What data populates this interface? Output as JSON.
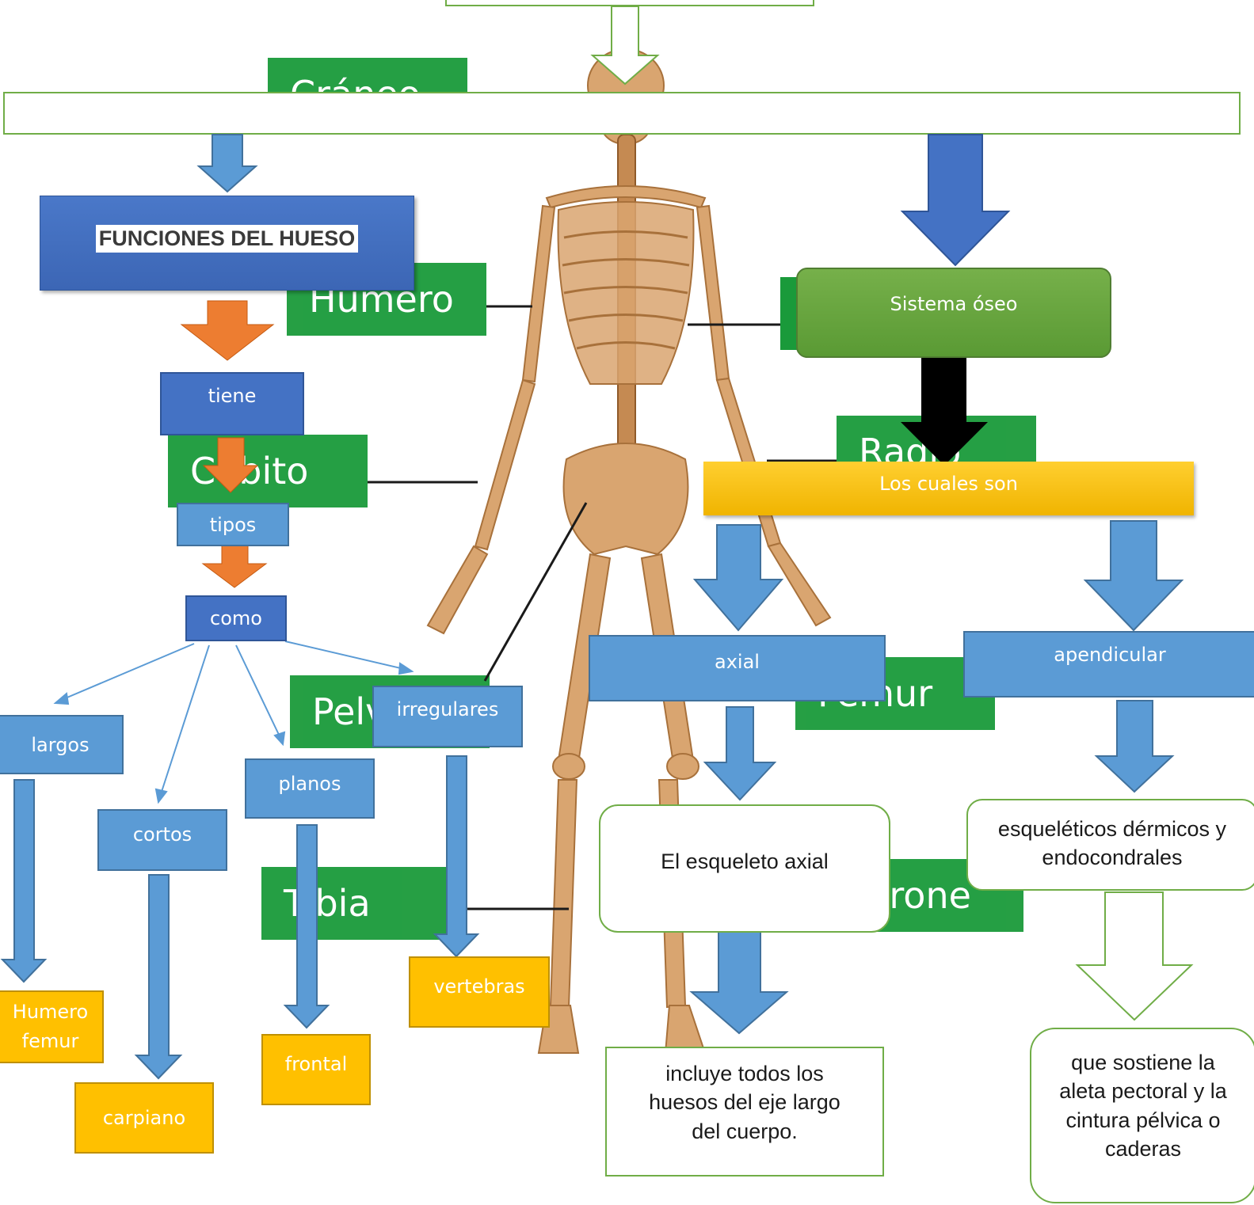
{
  "labels": {
    "craneo": "Cráneo",
    "humero": "Humero",
    "cubito": "Cúbito",
    "pelvis": "Pelvis",
    "tibia": "Tibia",
    "radio": "Radio",
    "femur": "Femur",
    "perone": "Perone"
  },
  "nodes": {
    "funciones": "FUNCIONES DEL HUESO",
    "tiene": "tiene",
    "tipos": "tipos",
    "como": "como",
    "largos": "largos",
    "cortos": "cortos",
    "planos": "planos",
    "irregulares": "irregulares",
    "largos_ej": "Humero femur",
    "cortos_ej": "carpiano",
    "planos_ej": "frontal",
    "irregulares_ej": "vertebras",
    "sistema": "Sistema óseo",
    "cuales": "Los cuales son",
    "axial": "axial",
    "apendicular": "apendicular",
    "esqueleto_axial": "El esqueleto axial",
    "axial_desc": "incluye todos los huesos del eje largo del cuerpo.",
    "dermicos": "esqueléticos dérmicos y endocondrales",
    "apend_desc": "que sostiene la aleta pectoral y la cintura pélvica o caderas"
  },
  "colors": {
    "blue": "#5b9bd5",
    "darkblue": "#4472c4",
    "gold": "#ffc000",
    "orange": "#ed7d31",
    "green": "#70ad47",
    "label_green": "#1a9a3a",
    "black": "#000000"
  }
}
